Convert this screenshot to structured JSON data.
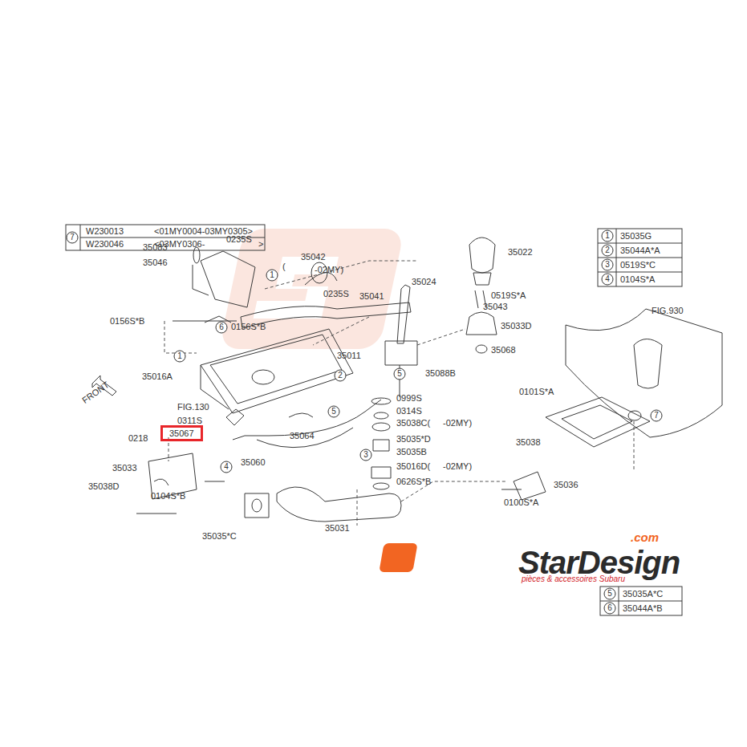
{
  "diagram": {
    "nodes": [
      {
        "text": [
          "35067"
        ]
      }
    ],
    "edges": [],
    "labels": [
      "7",
      "W230013",
      "<01MY0004-03MY0305>",
      "W230046",
      "<03MY0306-",
      ">",
      "1",
      "35035G",
      "2",
      "35044A*A",
      "3",
      "0519S*C",
      "4",
      "0104S*A",
      "5",
      "35035A*C",
      "6",
      "35044A*B",
      "35083",
      "0235S",
      "35046",
      "35042",
      "(",
      "-02MY)",
      "0235S",
      "35041",
      "0156S*B",
      "0156S*B",
      "35022",
      "35024",
      "0519S*A",
      "35043",
      "35033D",
      "35068",
      "FIG.930",
      "35011",
      "35088B",
      "35016A",
      "FRONT",
      "0101S*A",
      "0999S",
      "FIG.130",
      "0314S",
      "0311S",
      "35038C(",
      "-02MY)",
      "35064",
      "35038",
      "0218",
      "35035*D",
      "35060",
      "35035B",
      "35033",
      "35016D(",
      "-02MY)",
      "35036",
      "35038D",
      "0626S*B",
      "0104S*B",
      "35031",
      "0100S*A",
      "35035*C",
      "1",
      "1",
      "6",
      "2",
      "5",
      "5",
      "3",
      "4",
      "7",
      ".com",
      "StarDesign",
      "pièces & accessoires Subaru"
    ]
  }
}
